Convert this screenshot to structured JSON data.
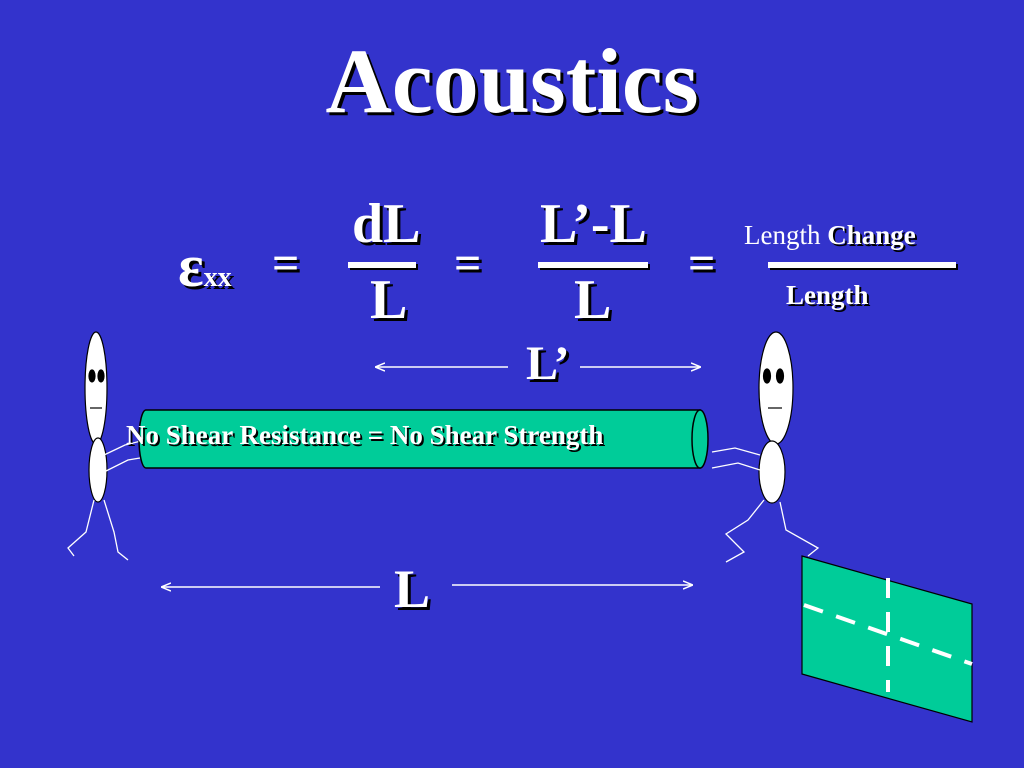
{
  "slide": {
    "title": "Acoustics",
    "background_color": "#3333cc",
    "accent_color": "#00cc99"
  },
  "formula": {
    "symbol": "ε",
    "subscript": "xx",
    "equals": "=",
    "frac1": {
      "numerator": "dL",
      "denominator": "L"
    },
    "frac2": {
      "numerator": "L’-L",
      "denominator": "L"
    },
    "frac3": {
      "numerator_part1": "Length",
      "numerator_part2": "Change",
      "denominator": "Length"
    }
  },
  "diagram": {
    "top_length_label": "L’",
    "bottom_length_label": "L",
    "rod_caption": "No Shear Resistance = No Shear Strength"
  }
}
